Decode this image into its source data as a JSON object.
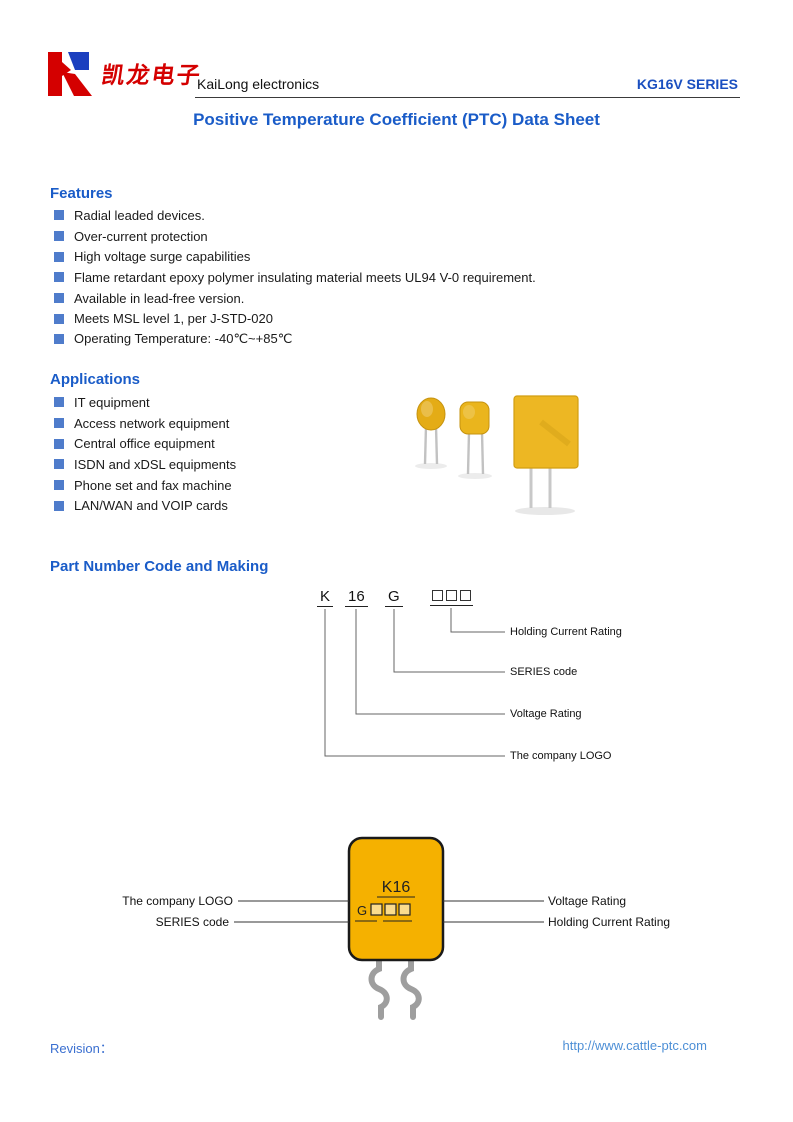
{
  "header": {
    "logo_chinese": "凯龙电子",
    "company_name": "KaiLong electronics",
    "series": "KG16V SERIES"
  },
  "title": "Positive Temperature Coefficient (PTC) Data Sheet",
  "features": {
    "heading": "Features",
    "items": [
      "Radial leaded devices.",
      "Over-current protection",
      "High voltage surge capabilities",
      "Flame retardant epoxy polymer insulating material meets UL94 V-0 requirement.",
      "Available in lead-free version.",
      "Meets MSL level 1, per J-STD-020",
      "Operating Temperature: -40℃~+85℃"
    ]
  },
  "applications": {
    "heading": "Applications",
    "items": [
      "IT equipment",
      "Access network equipment",
      "Central office equipment",
      "ISDN and xDSL equipments",
      "Phone set and fax machine",
      "LAN/WAN and VOIP cards"
    ]
  },
  "part_number": {
    "heading": "Part Number Code and Making",
    "code": {
      "logo": "K",
      "voltage": "16",
      "series": "G"
    },
    "labels": {
      "holding": "Holding Current Rating",
      "series": "SERIES code",
      "voltage": "Voltage Rating",
      "logo": "The company LOGO"
    }
  },
  "marking": {
    "device_line1": "K16",
    "device_series": "G",
    "left_labels": {
      "logo": "The company LOGO",
      "series": "SERIES code"
    },
    "right_labels": {
      "voltage": "Voltage Rating",
      "holding": "Holding Current Rating"
    }
  },
  "footer": {
    "revision_label": "Revision：",
    "url": "http://www.cattle-ptc.com"
  },
  "colors": {
    "accent_blue": "#1a5cc8",
    "series_blue": "#1a4fc0",
    "bullet_blue": "#4f7ccb",
    "logo_red": "#d40000",
    "link_blue": "#4d8fd6",
    "component_yellow": "#f0b517"
  }
}
